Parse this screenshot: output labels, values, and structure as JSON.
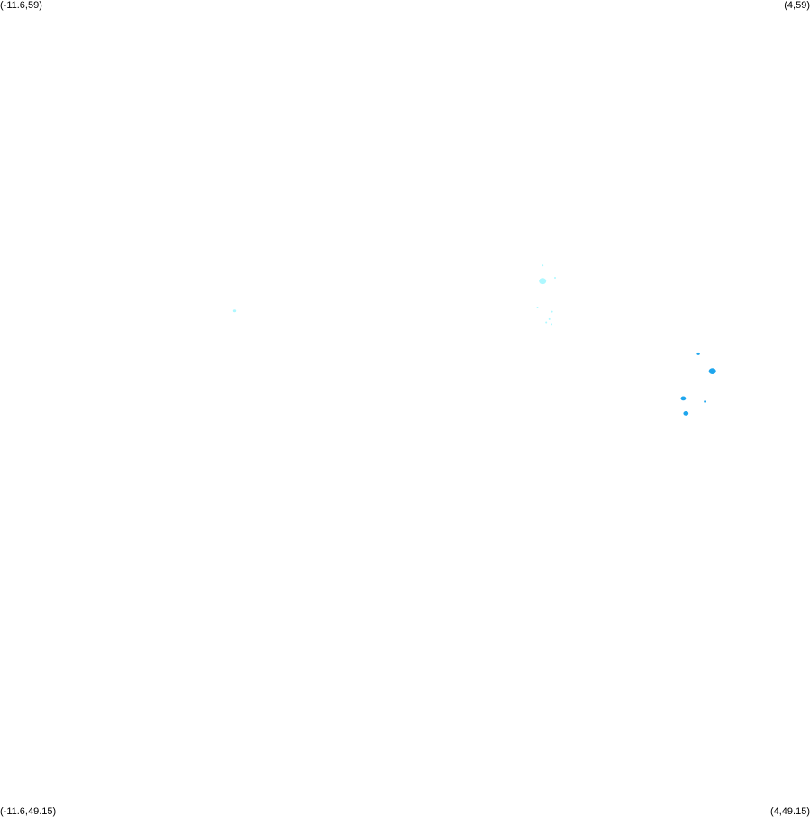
{
  "map": {
    "corners": {
      "top_left": "(-11.6,59)",
      "top_right": "(4,59)",
      "bottom_left": "(-11.6,49.15)",
      "bottom_right": "(4,49.15)"
    },
    "bounds": {
      "lon_min": -11.6,
      "lon_max": 4,
      "lat_min": 49.15,
      "lat_max": 59
    },
    "colors": {
      "light_cluster": "#aef8ff",
      "dark_cluster": "#1ea6ee",
      "background": "#ffffff"
    },
    "features": [
      {
        "name": "west-speck",
        "lon": -7.08,
        "lat": 55.24,
        "r": 0.03,
        "color": "light_cluster"
      },
      {
        "name": "central-blob",
        "lon": -1.15,
        "lat": 55.6,
        "r": 0.07,
        "color": "light_cluster"
      },
      {
        "name": "central-speck-1",
        "lon": -1.15,
        "lat": 55.79,
        "r": 0.015,
        "color": "light_cluster"
      },
      {
        "name": "central-speck-2",
        "lon": -0.91,
        "lat": 55.64,
        "r": 0.012,
        "color": "light_cluster"
      },
      {
        "name": "central-speck-3",
        "lon": -1.25,
        "lat": 55.28,
        "r": 0.012,
        "color": "light_cluster"
      },
      {
        "name": "central-speck-4",
        "lon": -0.97,
        "lat": 55.23,
        "r": 0.015,
        "color": "light_cluster"
      },
      {
        "name": "central-speck-5",
        "lon": -1.02,
        "lat": 55.14,
        "r": 0.015,
        "color": "light_cluster"
      },
      {
        "name": "central-speck-6",
        "lon": -1.08,
        "lat": 55.1,
        "r": 0.012,
        "color": "light_cluster"
      },
      {
        "name": "central-speck-7",
        "lon": -0.98,
        "lat": 55.08,
        "r": 0.012,
        "color": "light_cluster"
      },
      {
        "name": "east-speck-1",
        "lon": 1.85,
        "lat": 54.72,
        "r": 0.03,
        "color": "dark_cluster"
      },
      {
        "name": "east-blob-1",
        "lon": 2.12,
        "lat": 54.51,
        "r": 0.07,
        "color": "dark_cluster"
      },
      {
        "name": "east-blob-2",
        "lon": 1.56,
        "lat": 54.18,
        "r": 0.05,
        "color": "dark_cluster"
      },
      {
        "name": "east-blob-3",
        "lon": 1.61,
        "lat": 54.0,
        "r": 0.05,
        "color": "dark_cluster"
      },
      {
        "name": "east-speck-2",
        "lon": 1.98,
        "lat": 54.14,
        "r": 0.025,
        "color": "dark_cluster"
      }
    ]
  }
}
